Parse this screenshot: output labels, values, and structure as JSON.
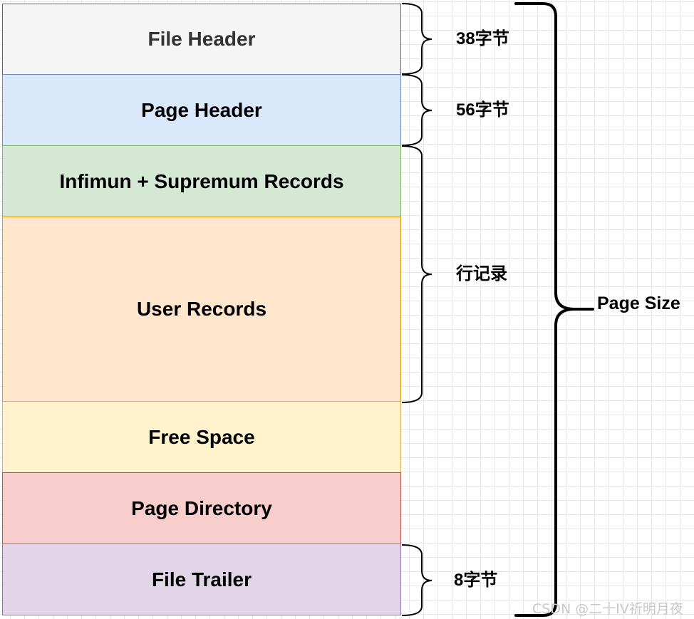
{
  "blocks": [
    {
      "label": "File Header",
      "fill": "#f5f5f5",
      "stroke": "#666666"
    },
    {
      "label": "Page Header",
      "fill": "#dae8fc",
      "stroke": "#6c8ebf"
    },
    {
      "label": "Infimun + Supremum Records",
      "fill": "#d5e8d4",
      "stroke": "#82b366"
    },
    {
      "label": "User Records",
      "fill": "#ffe6cc",
      "stroke": "#d79b00"
    },
    {
      "label": "Free Space",
      "fill": "#fff2cc",
      "stroke": "#d6b656"
    },
    {
      "label": "Page Directory",
      "fill": "#f8cecc",
      "stroke": "#b85450"
    },
    {
      "label": "File Trailer",
      "fill": "#e1d5e7",
      "stroke": "#9673a6"
    }
  ],
  "annotations": {
    "file_header_size": "38字节",
    "page_header_size": "56字节",
    "row_records": "行记录",
    "file_trailer_size": "8字节",
    "page_size": "Page Size"
  },
  "watermark": "CSDN @二十IV祈明月夜"
}
